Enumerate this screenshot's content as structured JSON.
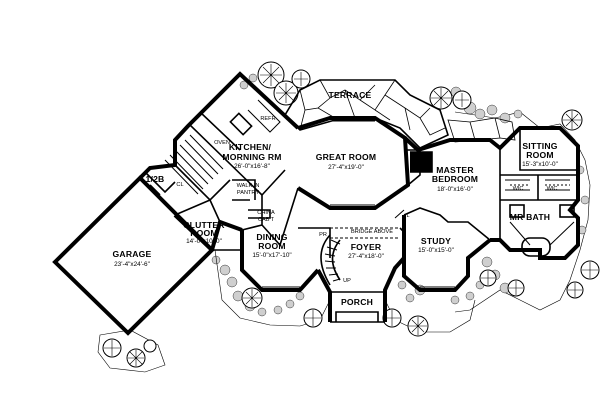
{
  "rooms": {
    "terrace": {
      "name": "TERRACE"
    },
    "kitchen": {
      "name1": "KITCHEN/",
      "name2": "MORNING RM",
      "dims": "26'-0\"x16'-8\""
    },
    "great_room": {
      "name": "GREAT ROOM",
      "dims": "27'-4\"x19'-0\""
    },
    "master_bedroom": {
      "name1": "MASTER",
      "name2": "BEDROOM",
      "dims": "18'-0\"x16'-0\""
    },
    "sitting_room": {
      "name1": "SITTING",
      "name2": "ROOM",
      "dims": "15'-3\"x10'-0\""
    },
    "half_bath": {
      "name": "1/2B"
    },
    "walk_in_pantry": {
      "line1": "WALK IN",
      "line2": "PANTRY"
    },
    "china_cabinet": {
      "line1": "CHINA",
      "line2": "CAB'T"
    },
    "clutter_room": {
      "name1": "CLUTTER",
      "name2": "ROOM",
      "dims": "14'-0\"x10'-0\""
    },
    "dining_room": {
      "name1": "DINING",
      "name2": "ROOM",
      "dims": "15'-0\"x17'-10\""
    },
    "foyer": {
      "name": "FOYER",
      "dims": "27'-4\"x18'-0\""
    },
    "study": {
      "name": "STUDY",
      "dims": "15'-0\"x15'-0\""
    },
    "mr_bath": {
      "name": "MR BATH"
    },
    "wic_left": {
      "name": "WIC"
    },
    "wic_right": {
      "name": "WIC"
    },
    "garage": {
      "name": "GARAGE",
      "dims": "23'-4\"x24'-6\""
    },
    "porch": {
      "name": "PORCH"
    }
  },
  "annotations": {
    "bridge_above": "BRIDGE ABOVE",
    "pr": "PR",
    "up": "UP",
    "refr": "REFR",
    "oven": "OVEN",
    "cl": "CL",
    "linen": "L"
  }
}
